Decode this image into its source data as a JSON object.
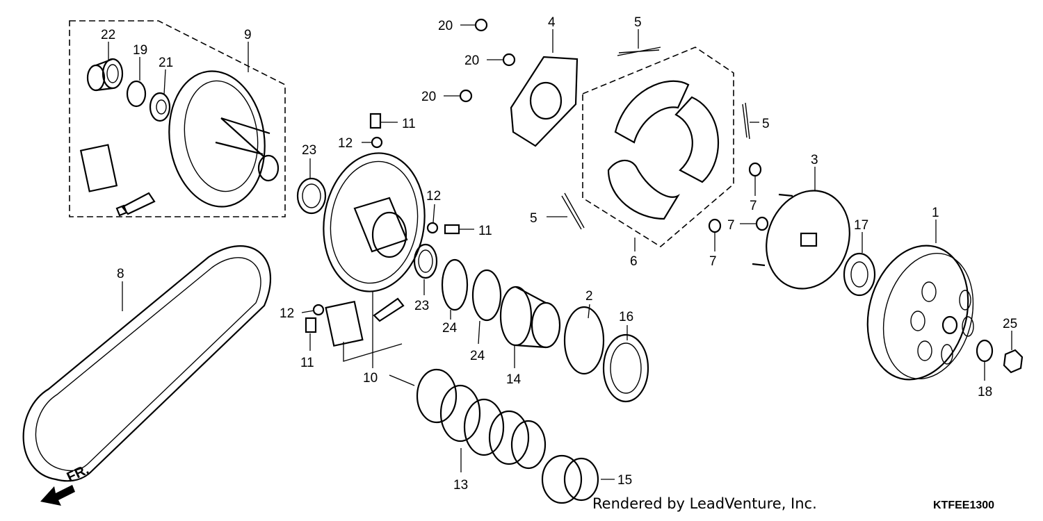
{
  "callouts": {
    "c1": "1",
    "c2": "2",
    "c3": "3",
    "c4": "4",
    "c5a": "5",
    "c5b": "5",
    "c5c": "5",
    "c6": "6",
    "c7a": "7",
    "c7b": "7",
    "c7c": "7",
    "c8": "8",
    "c9": "9",
    "c10": "10",
    "c11a": "11",
    "c11b": "11",
    "c11c": "11",
    "c12a": "12",
    "c12b": "12",
    "c12c": "12",
    "c13": "13",
    "c14": "14",
    "c15": "15",
    "c16": "16",
    "c17": "17",
    "c18": "18",
    "c19": "19",
    "c20a": "20",
    "c20b": "20",
    "c20c": "20",
    "c21": "21",
    "c22": "22",
    "c23a": "23",
    "c23b": "23",
    "c24a": "24",
    "c24b": "24",
    "c25": "25"
  },
  "direction_label": "FR.",
  "credit": "Rendered by LeadVenture, Inc.",
  "diagram_code": "KTFEE1300"
}
